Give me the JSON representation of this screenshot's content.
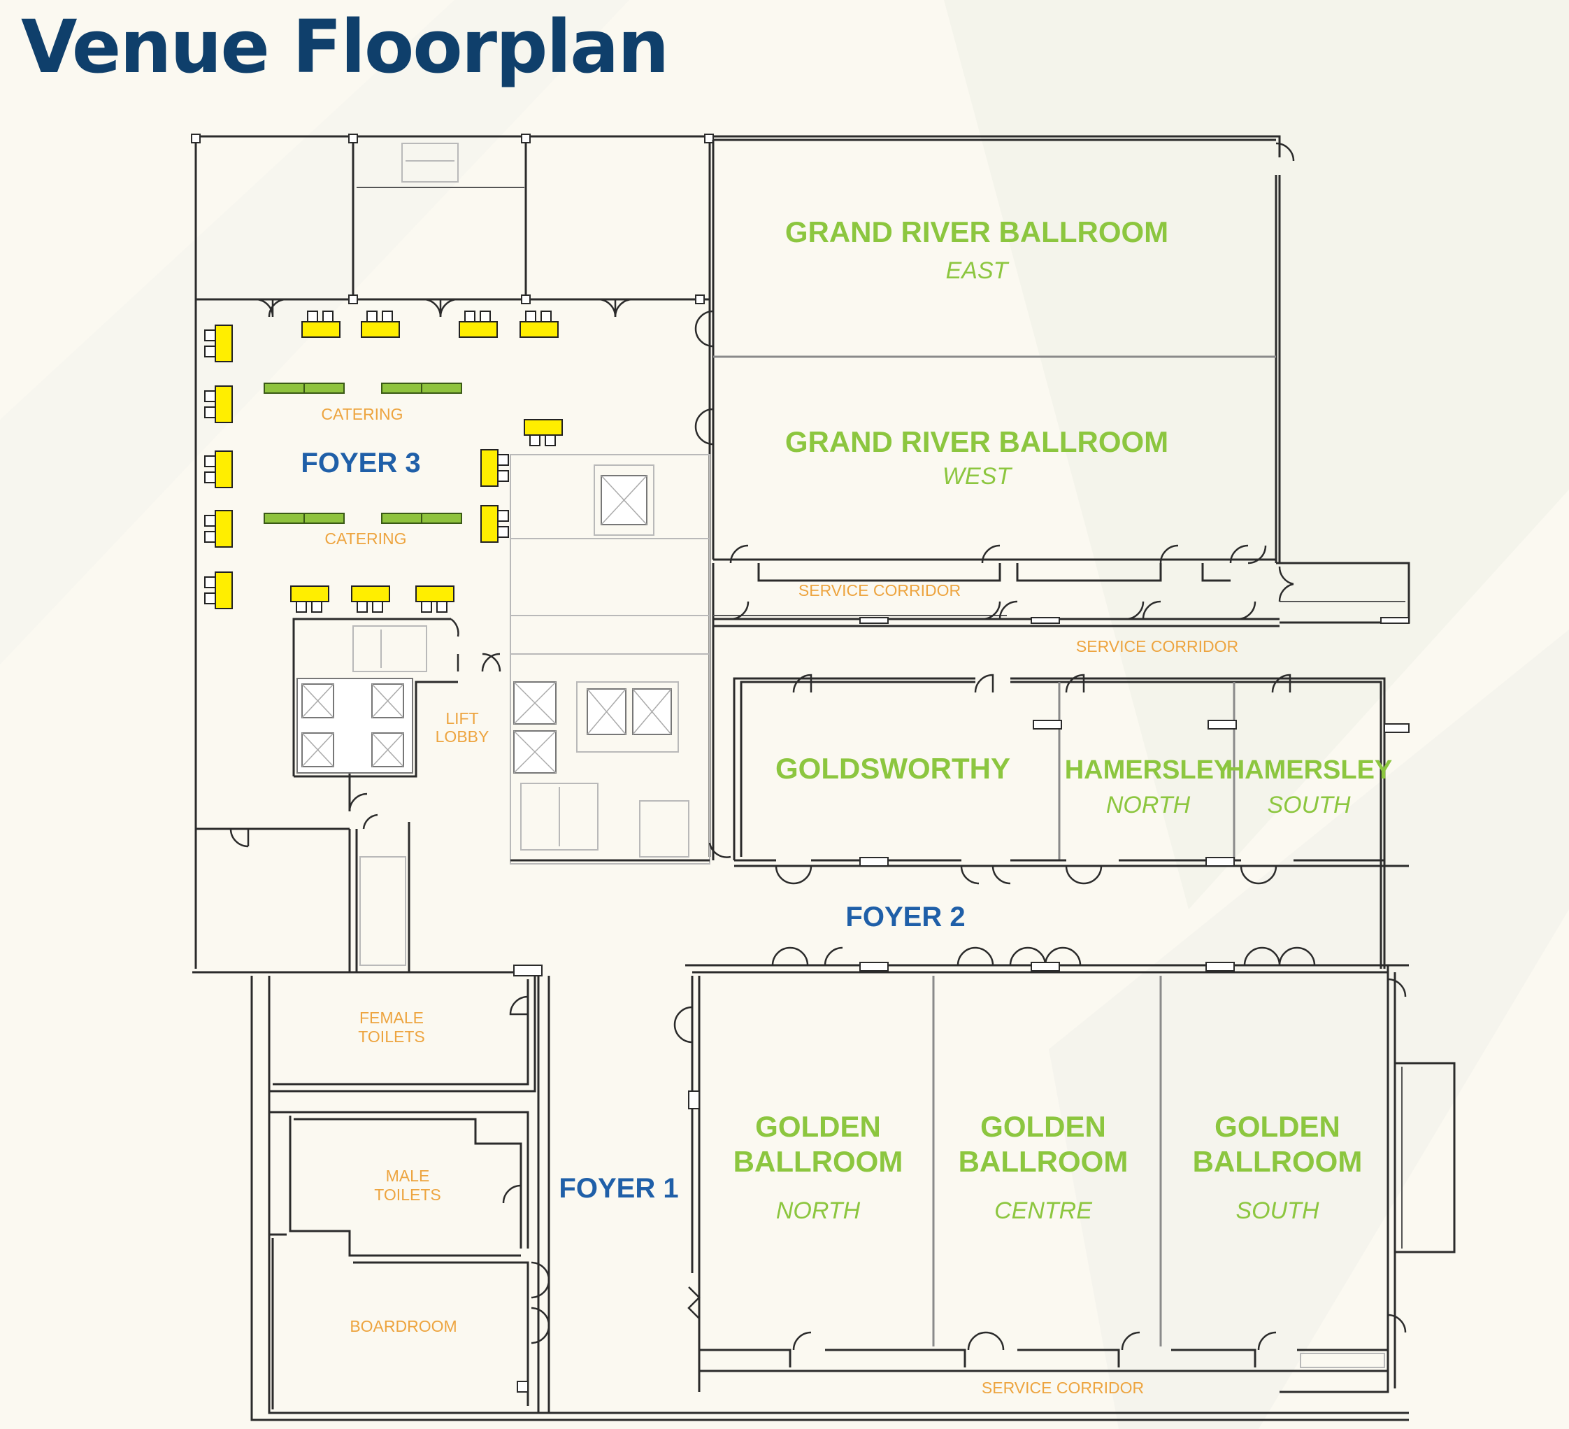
{
  "title": "Venue Floorplan",
  "colors": {
    "background": "#fbf9f1",
    "title": "#0f3f6b",
    "room_label": "#8cc63f",
    "foyer_label": "#1f5fa8",
    "amenity_label": "#eda43f",
    "table": "#ffee00",
    "catering": "#8fc33e"
  },
  "rooms": {
    "grand_river_east": {
      "name": "GRAND RIVER BALLROOM",
      "sub": "EAST"
    },
    "grand_river_west": {
      "name": "GRAND RIVER BALLROOM",
      "sub": "WEST"
    },
    "goldsworthy": {
      "name": "GOLDSWORTHY"
    },
    "hamersley_north": {
      "name": "HAMERSLEY",
      "sub": "NORTH"
    },
    "hamersley_south": {
      "name": "HAMERSLEY",
      "sub": "SOUTH"
    },
    "golden_north": {
      "line1": "GOLDEN",
      "line2": "BALLROOM",
      "sub": "NORTH"
    },
    "golden_centre": {
      "line1": "GOLDEN",
      "line2": "BALLROOM",
      "sub": "CENTRE"
    },
    "golden_south": {
      "line1": "GOLDEN",
      "line2": "BALLROOM",
      "sub": "SOUTH"
    }
  },
  "foyers": {
    "foyer1": "FOYER 1",
    "foyer2": "FOYER 2",
    "foyer3": "FOYER 3"
  },
  "amenities": {
    "catering_top": "CATERING",
    "catering_bottom": "CATERING",
    "lift_lobby": [
      "LIFT",
      "LOBBY"
    ],
    "female_toilets": [
      "FEMALE",
      "TOILETS"
    ],
    "male_toilets": [
      "MALE",
      "TOILETS"
    ],
    "boardroom": "BOARDROOM",
    "service_corridor_1": "SERVICE CORRIDOR",
    "service_corridor_2": "SERVICE CORRIDOR",
    "service_corridor_3": "SERVICE CORRIDOR"
  }
}
